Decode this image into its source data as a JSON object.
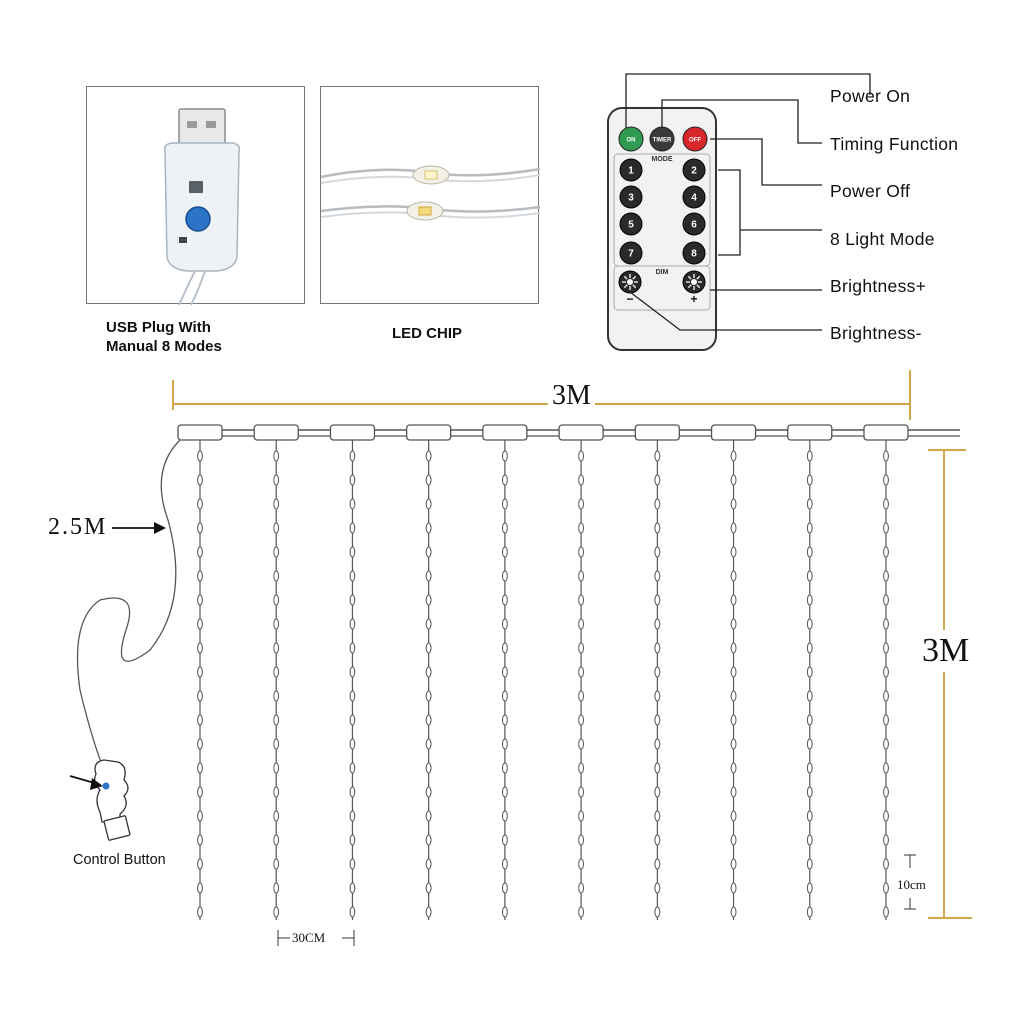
{
  "usb_panel": {
    "caption_line1": "USB Plug With",
    "caption_line2": "Manual 8 Modes"
  },
  "led_panel": {
    "caption": "LED CHIP"
  },
  "remote": {
    "top_buttons": [
      {
        "label": "ON",
        "color": "#2e9a52"
      },
      {
        "label": "TIMER",
        "color": "#3a3a3a"
      },
      {
        "label": "OFF",
        "color": "#d8262b"
      }
    ],
    "mode_label": "MODE",
    "number_buttons": [
      "1",
      "2",
      "3",
      "4",
      "5",
      "6",
      "7",
      "8"
    ],
    "dim_label": "DIM",
    "dim_minus": "−",
    "dim_plus": "+"
  },
  "callouts": {
    "power_on": "Power On",
    "timing": "Timing Function",
    "power_off": "Power Off",
    "light_mode": "8 Light Mode",
    "bright_plus": "Brightness+",
    "bright_minus": "Brightness-"
  },
  "dimensions": {
    "width": "3M",
    "height": "3M",
    "cable": "2.5M",
    "spacing": "30CM",
    "led_pitch": "10cm"
  },
  "control": {
    "label": "Control Button"
  },
  "colors": {
    "dimension_line": "#d4a64a",
    "wire": "#555555",
    "usb_button": "#2b74c8"
  },
  "curtain": {
    "strand_count": 10
  }
}
